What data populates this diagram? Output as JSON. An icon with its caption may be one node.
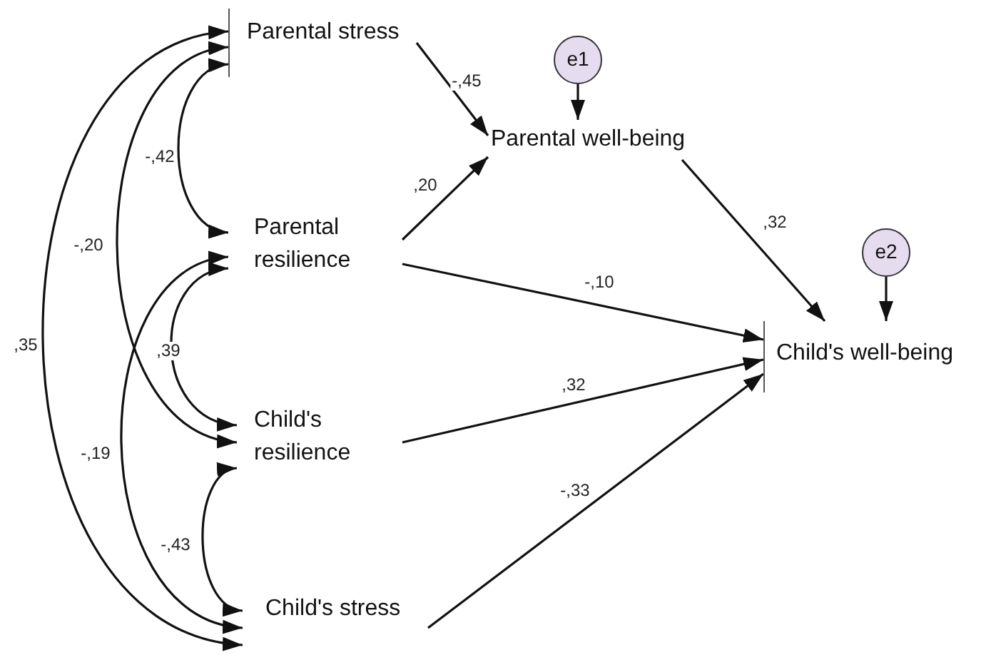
{
  "diagram": {
    "nodes": [
      {
        "text": [
          "Parental stress"
        ]
      },
      {
        "text": [
          "Parental resilience"
        ]
      },
      {
        "text": [
          "Child's resilience"
        ]
      },
      {
        "text": [
          "Child's stress"
        ]
      },
      {
        "text": [
          "Parental well-being"
        ]
      },
      {
        "text": [
          "Child's well-being"
        ]
      },
      {
        "text": [
          "e1"
        ]
      },
      {
        "text": [
          "e2"
        ]
      }
    ],
    "edges": [
      {
        "from": 0,
        "to": 4,
        "arrow": "to",
        "label": "-,45"
      },
      {
        "from": 6,
        "to": 4,
        "arrow": "to"
      },
      {
        "from": 1,
        "to": 4,
        "arrow": "to",
        "label": ",20"
      },
      {
        "from": 4,
        "to": 5,
        "arrow": "to",
        "label": ",32"
      },
      {
        "from": 7,
        "to": 5,
        "arrow": "to"
      },
      {
        "from": 1,
        "to": 5,
        "arrow": "to",
        "label": "-,10"
      },
      {
        "from": 2,
        "to": 5,
        "arrow": "to",
        "label": ",32"
      },
      {
        "from": 3,
        "to": 5,
        "arrow": "to",
        "label": "-,33"
      },
      {
        "from": 0,
        "to": 1,
        "arrow": "both",
        "label": "-,42"
      },
      {
        "from": 0,
        "to": 2,
        "arrow": "both",
        "label": "-,20"
      },
      {
        "from": 0,
        "to": 3,
        "arrow": "both",
        "label": ",35"
      },
      {
        "from": 1,
        "to": 2,
        "arrow": "both",
        "label": ",39"
      },
      {
        "from": 1,
        "to": 3,
        "arrow": "both",
        "label": "-,19"
      },
      {
        "from": 2,
        "to": 3,
        "arrow": "both",
        "label": "-,43"
      }
    ]
  }
}
